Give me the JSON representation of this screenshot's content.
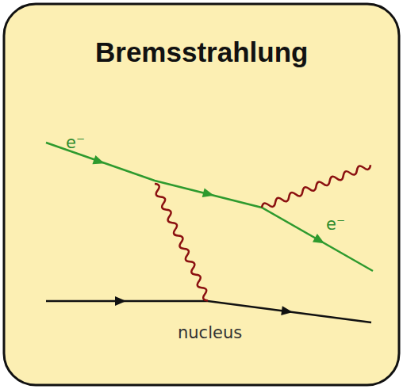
{
  "diagram": {
    "title": "Bremsstrahlung",
    "labels": [
      "e⁻",
      "e⁻",
      "nucleus"
    ]
  }
}
